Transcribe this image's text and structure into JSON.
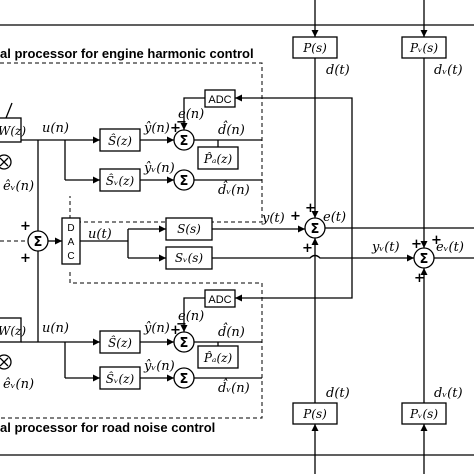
{
  "titles": {
    "engine": "al processor for engine harmonic control",
    "road": "al processor for road noise control"
  },
  "blocks": {
    "P_top": "P(s)",
    "Pv_top": "Pᵥ(s)",
    "P_bot": "P(s)",
    "Pv_bot": "Pᵥ(s)",
    "S": "S(s)",
    "Sv": "Sᵥ(s)",
    "adc": "ADC",
    "dac": [
      "D",
      "A",
      "C"
    ],
    "Shat": "Ŝ(z)",
    "Svhat": "Ŝᵥ(z)",
    "PAhat": "P̂ₐ(z)",
    "W": "W(z)"
  },
  "signals": {
    "d": "d(t)",
    "dv": "dᵥ(t)",
    "y": "y(t)",
    "yv": "yᵥ(t)",
    "e": "e(t)",
    "ev": "eᵥ(t)",
    "ut": "u(t)",
    "un": "u(n)",
    "yhat": "ŷ(n)",
    "yvhat": "ŷᵥ(n)",
    "en": "e(n)",
    "dhat": "d̂(n)",
    "dvhat": "d̂ᵥ(n)",
    "ehat": "êᵥ(n)"
  },
  "signs": {
    "plus": "+",
    "minus": "−",
    "sum": "Σ"
  }
}
